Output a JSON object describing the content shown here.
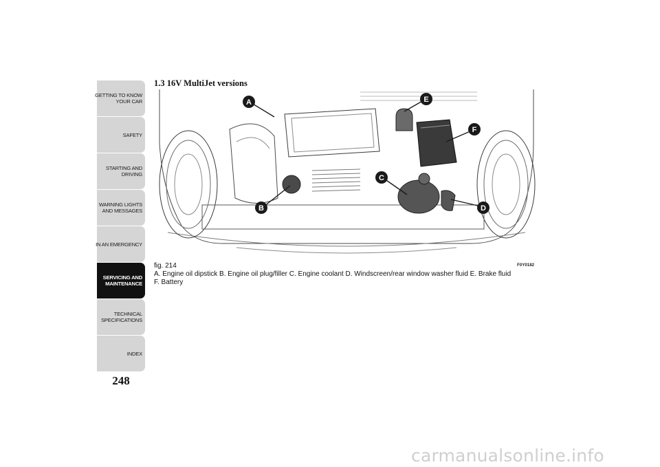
{
  "sidebar": {
    "tabs": [
      {
        "lines": [
          "GETTING TO KNOW",
          "YOUR CAR"
        ]
      },
      {
        "lines": [
          "SAFETY"
        ]
      },
      {
        "lines": [
          "STARTING AND",
          "DRIVING"
        ]
      },
      {
        "lines": [
          "WARNING LIGHTS",
          "AND MESSAGES"
        ]
      },
      {
        "lines": [
          "IN AN EMERGENCY"
        ]
      },
      {
        "lines": [
          "SERVICING AND",
          "MAINTENANCE"
        ],
        "active": true
      },
      {
        "lines": [
          "TECHNICAL",
          "SPECIFICATIONS"
        ]
      },
      {
        "lines": [
          "INDEX"
        ]
      }
    ]
  },
  "page_number": "248",
  "section_title": "1.3 16V MultiJet versions",
  "figure": {
    "label": "fig. 214",
    "code": "F0Y0182",
    "callouts": [
      "A",
      "B",
      "C",
      "D",
      "E",
      "F"
    ]
  },
  "caption": {
    "line1": "A. Engine oil dipstick B. Engine oil plug/filler C. Engine coolant D. Windscreen/rear window washer fluid E. Brake fluid",
    "line2": "F. Battery"
  },
  "watermark": "carmanualsonline.info",
  "colors": {
    "tab_bg": "#d5d5d5",
    "tab_active_bg": "#111111",
    "callout": "#1a1a1a"
  }
}
